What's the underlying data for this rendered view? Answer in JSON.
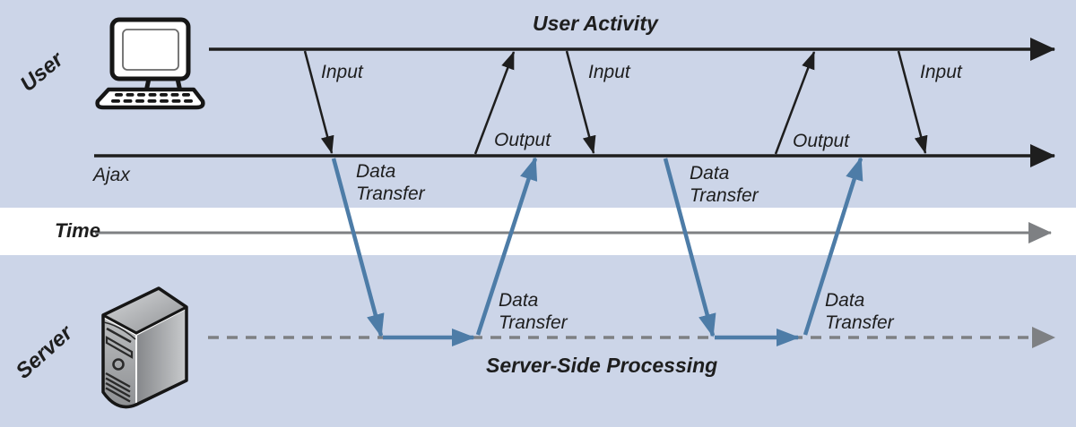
{
  "lanes": {
    "user": {
      "label": "User",
      "icon": "desktop-computer-icon"
    },
    "server": {
      "label": "Server",
      "icon": "server-tower-icon"
    }
  },
  "timelines": {
    "user_activity": {
      "label": "User Activity"
    },
    "ajax": {
      "label": "Ajax"
    },
    "time": {
      "label": "Time"
    },
    "server_side_processing": {
      "label": "Server-Side Processing"
    }
  },
  "flow": {
    "input_labels": [
      "Input",
      "Input",
      "Input"
    ],
    "output_labels": [
      "Output",
      "Output"
    ],
    "data_transfer_labels": [
      {
        "line1": "Data",
        "line2": "Transfer"
      },
      {
        "line1": "Data",
        "line2": "Transfer"
      },
      {
        "line1": "Data",
        "line2": "Transfer"
      },
      {
        "line1": "Data",
        "line2": "Transfer"
      }
    ]
  },
  "colors": {
    "band_blue": "#ccd5e8",
    "band_white": "#ffffff",
    "line_black": "#1e1e1e",
    "line_gray": "#7e8083",
    "arrow_blue": "#4d7ca7"
  }
}
